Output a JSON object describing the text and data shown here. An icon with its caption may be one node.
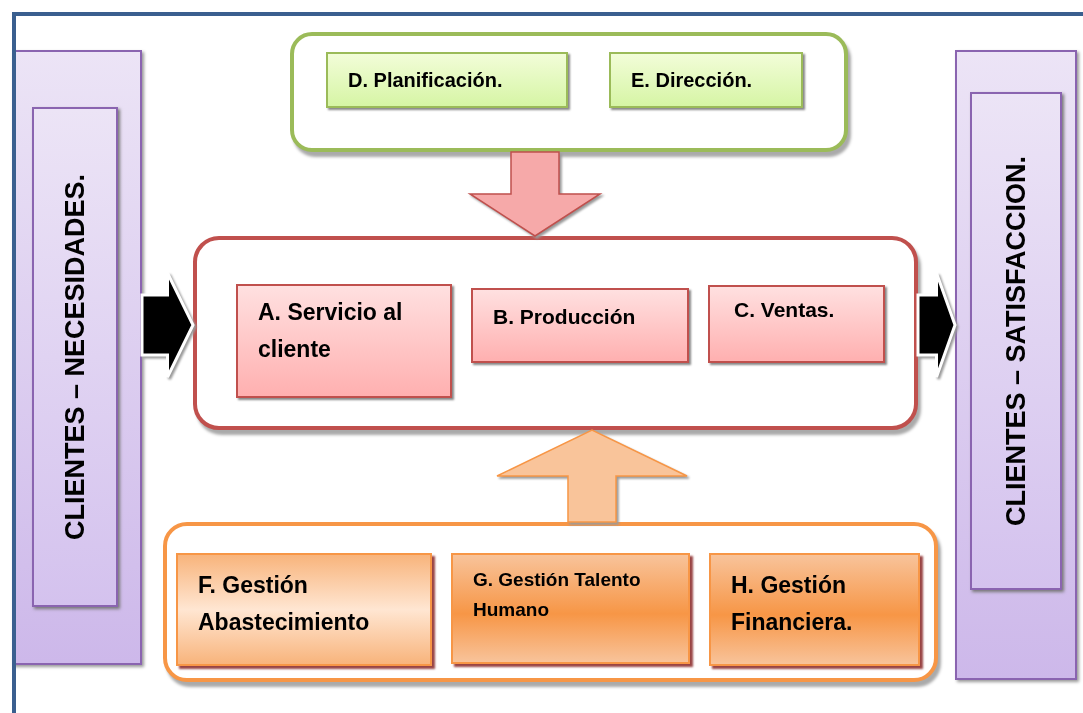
{
  "diagram": {
    "nodes": [
      {
        "text": [],
        "shape": "box"
      },
      {
        "text": [
          "CLIENTES – NECESIDADES."
        ],
        "in": 0
      },
      {
        "text": [],
        "shape": "box"
      },
      {
        "text": [
          "D. Planificación."
        ],
        "in": 2
      },
      {
        "text": [
          "E. Dirección."
        ],
        "in": 2
      },
      {
        "text": [],
        "shape": "box"
      },
      {
        "text": [
          "A. Servicio al cliente"
        ],
        "in": 5
      },
      {
        "text": [
          "B. Producción"
        ],
        "in": 5
      },
      {
        "text": [
          "C. Ventas."
        ],
        "in": 5
      },
      {
        "text": [],
        "shape": "box"
      },
      {
        "text": [
          "F. Gestión Abastecimiento"
        ],
        "in": 9
      },
      {
        "text": [
          "G. Gestión Talento Humano"
        ],
        "in": 9
      },
      {
        "text": [
          "H. Gestión Financiera."
        ],
        "in": 9
      },
      {
        "text": [],
        "shape": "box"
      },
      {
        "text": [
          "CLIENTES – SATISFACCION."
        ],
        "in": 13
      }
    ],
    "edges": [
      {
        "from": 0,
        "to": 5,
        "arrow": "to",
        "style": "thick",
        "color": "#000000"
      },
      {
        "from": 5,
        "to": 13,
        "arrow": "to",
        "style": "thick",
        "color": "#000000"
      },
      {
        "from": 2,
        "to": 5,
        "arrow": "to",
        "style": "thick",
        "color": "#f6a9a9"
      },
      {
        "from": 9,
        "to": 5,
        "arrow": "to",
        "style": "thick",
        "color": "#f9c49a"
      }
    ]
  }
}
